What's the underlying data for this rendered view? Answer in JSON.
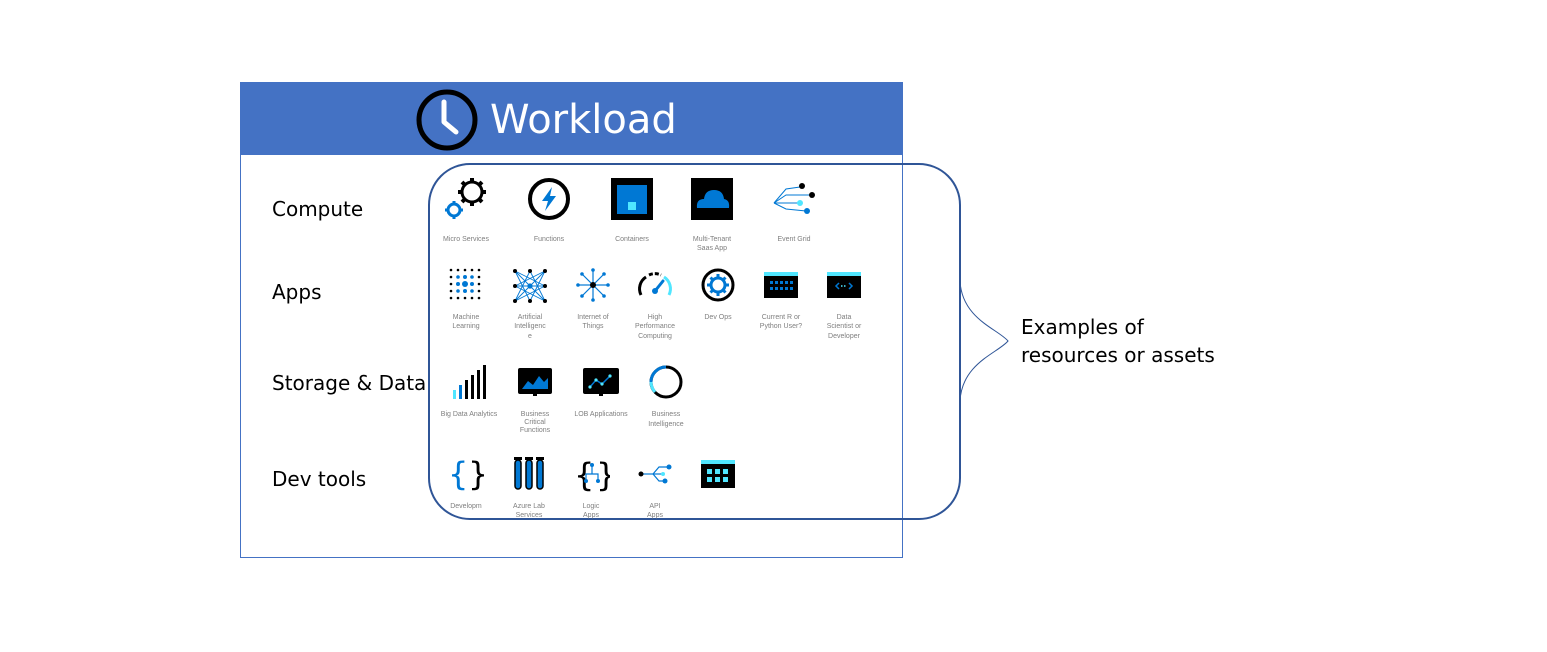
{
  "title": "Workload",
  "colors": {
    "header": "#4472c4",
    "box": "#2f5597",
    "accent": "#0078d4",
    "light": "#50e6ff"
  },
  "categories": [
    "Compute",
    "Apps",
    "Storage & Data",
    "Dev tools"
  ],
  "compute": [
    {
      "icon": "microservices-gears-icon",
      "label": "Micro Services"
    },
    {
      "icon": "functions-bolt-icon",
      "label": "Functions"
    },
    {
      "icon": "containers-icon",
      "label": "Containers"
    },
    {
      "icon": "cloud-saas-icon",
      "label1": "Multi-Tenant",
      "label2": "Saas App"
    },
    {
      "icon": "event-grid-icon",
      "label": "Event Grid"
    }
  ],
  "apps": [
    {
      "icon": "machine-learning-icon",
      "label1": "Machine",
      "label2": "Learning"
    },
    {
      "icon": "artificial-intelligence-icon",
      "label1": "Artificial",
      "label2": "Intelligenc",
      "label3": "e"
    },
    {
      "icon": "internet-of-things-icon",
      "label1": "Internet  of",
      "label2": "Things"
    },
    {
      "icon": "high-performance-computing-icon",
      "label1": "High",
      "label2": "Performance",
      "label3": "Computing"
    },
    {
      "icon": "devops-gear-icon",
      "label": "Dev Ops"
    },
    {
      "icon": "r-python-user-icon",
      "label1": "Current  R or",
      "label2": "Python User?"
    },
    {
      "icon": "data-scientist-icon",
      "label1": "Data",
      "label2": "Scientist  or",
      "label3": "Developer"
    }
  ],
  "storage": [
    {
      "icon": "big-data-analytics-icon",
      "label": "Big Data Analytics"
    },
    {
      "icon": "business-critical-icon",
      "label1": "Business",
      "label2": "Critical",
      "label3": "Functions"
    },
    {
      "icon": "lob-applications-icon",
      "label": "LOB Applications"
    },
    {
      "icon": "business-intelligence-icon",
      "label": "Business Intelligence"
    }
  ],
  "devtools": [
    {
      "icon": "development-braces-icon",
      "label": "Developm"
    },
    {
      "icon": "azure-lab-services-icon",
      "label1": "Azure Lab",
      "label2": "Services"
    },
    {
      "icon": "logic-apps-icon",
      "label1": "Logic",
      "label2": "Apps"
    },
    {
      "icon": "api-apps-icon",
      "label1": "API",
      "label2": "Apps"
    },
    {
      "icon": "app-grid-icon",
      "label": ""
    }
  ],
  "annotation": {
    "line1": "Examples of",
    "line2": "resources or assets"
  }
}
